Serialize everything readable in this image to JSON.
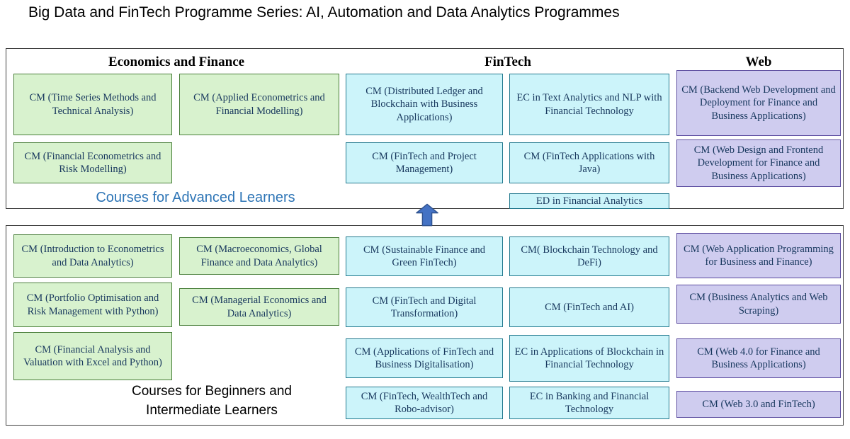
{
  "title": "Big Data and FinTech Programme Series: AI, Automation and Data Analytics Programmes",
  "columns": {
    "econ": "Economics and Finance",
    "fintech": "FinTech",
    "web": "Web"
  },
  "advanced": {
    "label": "Courses for Advanced Learners",
    "econ": [
      "CM (Time Series Methods and Technical Analysis)",
      "CM (Applied Econometrics and Financial Modelling)",
      "CM (Financial Econometrics and Risk Modelling)"
    ],
    "fintech": [
      "CM (Distributed Ledger and Blockchain with Business Applications)",
      "EC in Text Analytics and NLP with Financial Technology",
      "CM (FinTech and Project Management)",
      "CM (FinTech Applications with Java)",
      "ED in Financial Analytics"
    ],
    "web": [
      "CM (Backend Web Development and Deployment for Finance and Business Applications)",
      "CM (Web Design and Frontend Development for Finance and Business Applications)"
    ]
  },
  "beginner": {
    "label": "Courses for Beginners and Intermediate Learners",
    "econ_col1": [
      "CM (Introduction to Econometrics and Data Analytics)",
      "CM (Portfolio Optimisation and Risk Management with Python)",
      "CM (Financial Analysis and Valuation with Excel and Python)"
    ],
    "econ_col2": [
      "CM (Macroeconomics, Global Finance and Data Analytics)",
      "CM (Managerial Economics and Data Analytics)"
    ],
    "fintech_col1": [
      "CM (Sustainable Finance and Green FinTech)",
      "CM (FinTech and Digital Transformation)",
      "CM (Applications of FinTech and Business Digitalisation)",
      "CM (FinTech, WealthTech and Robo-advisor)"
    ],
    "fintech_col2": [
      "CM( Blockchain Technology and DeFi)",
      "CM (FinTech and AI)",
      "EC in Applications of Blockchain in Financial Technology",
      "EC in Banking and Financial Technology"
    ],
    "web": [
      "CM (Web Application Programming for Business and Finance)",
      "CM (Business Analytics and Web Scraping)",
      "CM (Web 4.0 for Finance and Business Applications)",
      "CM (Web 3.0 and FinTech)"
    ]
  },
  "colors": {
    "econ_fill": "#d8f2ce",
    "econ_border": "#4a7f3b",
    "fintech_fill": "#ccf4fa",
    "fintech_border": "#23798e",
    "web_fill": "#cfccef",
    "web_border": "#5a4a9e",
    "advanced_label": "#2e75b6",
    "arrow_fill": "#4472c4",
    "arrow_border": "#2f528f"
  }
}
